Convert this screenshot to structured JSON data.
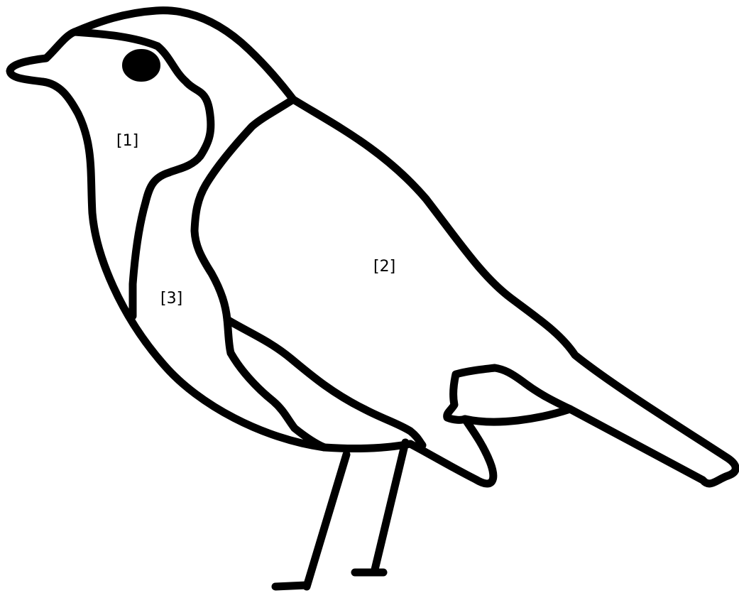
{
  "labels": {
    "region_1": "[1]",
    "region_2": "[2]",
    "region_3": "[3]"
  },
  "colors": {
    "background": "#ffffff",
    "outline": "#000000"
  }
}
